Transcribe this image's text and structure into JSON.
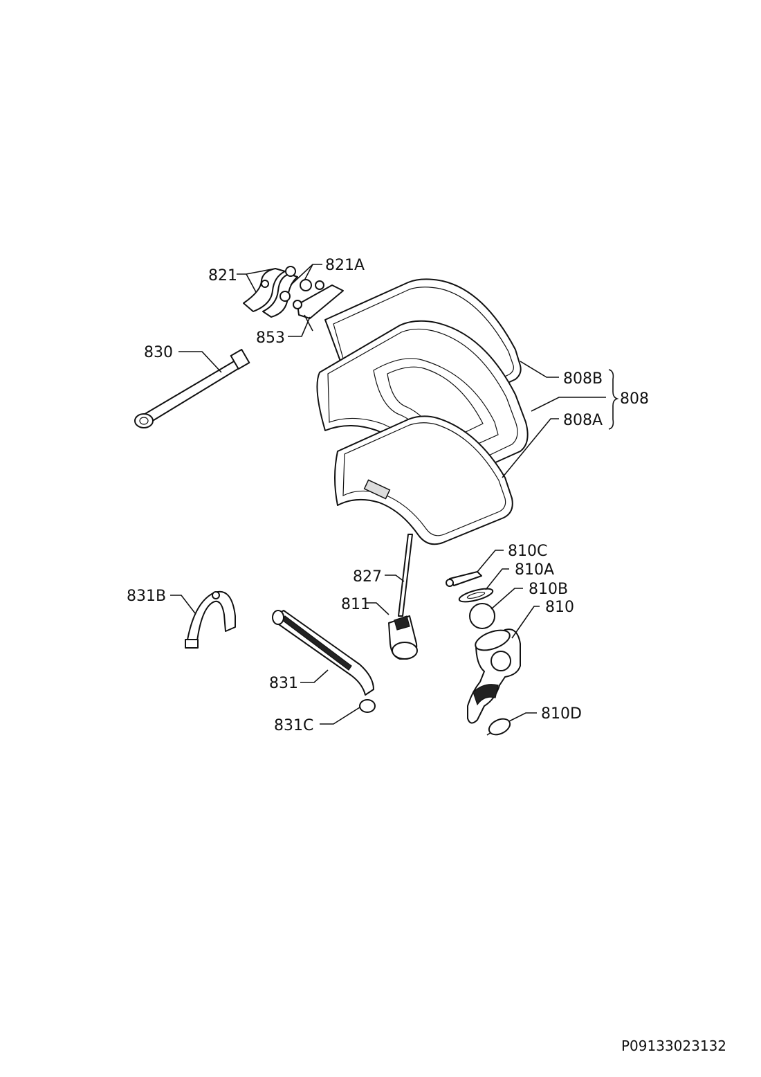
{
  "labels": {
    "p821": "821",
    "p821A": "821A",
    "p853": "853",
    "p830": "830",
    "p808B": "808B",
    "p808": "808",
    "p808A": "808A",
    "p810C": "810C",
    "p810A": "810A",
    "p810B": "810B",
    "p810": "810",
    "p827": "827",
    "p811": "811",
    "p831B": "831B",
    "p831": "831",
    "p831C": "831C",
    "p810D": "810D"
  },
  "drawing_code": "P09133023132"
}
